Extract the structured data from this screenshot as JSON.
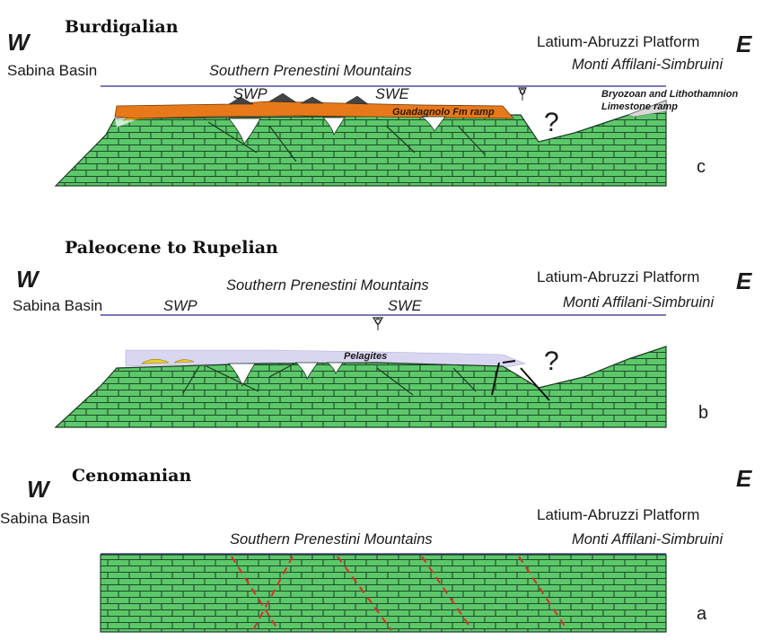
{
  "panels": {
    "c": {
      "title": "Burdigalian",
      "west": "W",
      "east": "E",
      "west_label": "Sabina Basin",
      "center_label": "Southern Prenestini Mountains",
      "east_label_1": "Latium-Abruzzi Platform",
      "east_label_2": "Monti Affilani-Simbruini",
      "swp": "SWP",
      "swe": "SWE",
      "ramp_label": "Guadagnolo Fm ramp",
      "bryozoan_1": "Bryozoan and Lithothamnion",
      "bryozoan_2": "Limestone ramp",
      "question": "?",
      "letter": "c"
    },
    "b": {
      "title": "Paleocene to Rupelian",
      "west": "W",
      "east": "E",
      "west_label": "Sabina Basin",
      "center_label": "Southern Prenestini Mountains",
      "east_label_1": "Latium-Abruzzi Platform",
      "east_label_2": "Monti Affilani-Simbruini",
      "swp": "SWP",
      "swe": "SWE",
      "pelagites": "Pelagites",
      "question": "?",
      "letter": "b"
    },
    "a": {
      "title": "Cenomanian",
      "west": "W",
      "east": "E",
      "west_label": "Sabina Basin",
      "center_label": "Southern Prenestini Mountains",
      "east_label_1": "Latium-Abruzzi Platform",
      "east_label_2": "Monti Affilani-Simbruini",
      "letter": "a"
    }
  },
  "colors": {
    "limestone": "#5cc86a",
    "brick_line": "#1f4a2a",
    "sea_level": "#2b2a8a",
    "orange_ramp": "#e8791a",
    "pelagites": "#d9d6f2",
    "fault_red": "#d8302a",
    "yellow": "#f1cf2a",
    "grey_ramp": "#d8d8d8"
  }
}
